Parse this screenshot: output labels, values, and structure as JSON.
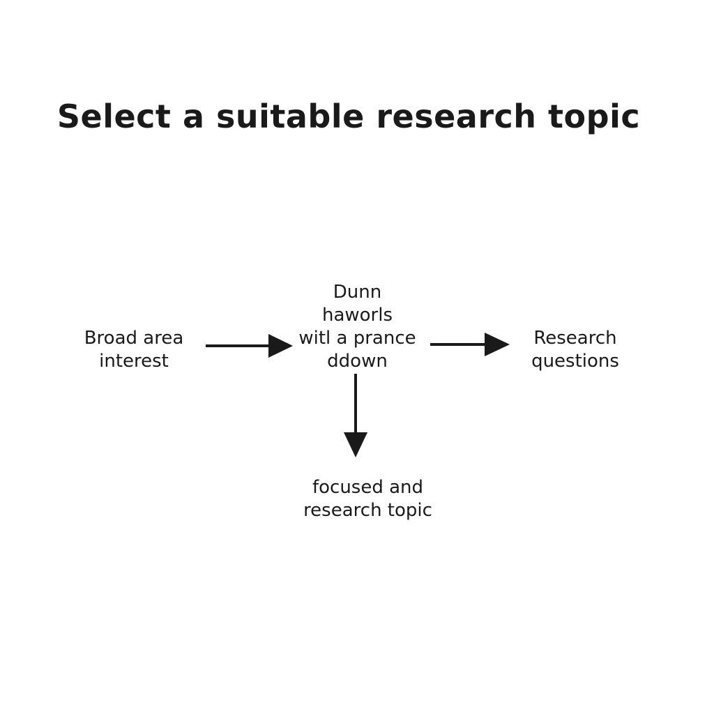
{
  "diagram": {
    "title": "Select a suitable research topic",
    "nodes": {
      "broad_area": [
        "Broad area",
        "interest"
      ],
      "middle": [
        "Dunn",
        "haworls",
        "witl a prance",
        "ddown"
      ],
      "research_questions": [
        "Research",
        "questions"
      ],
      "focused_topic": [
        "focused and",
        "research topic"
      ]
    },
    "edges": [
      {
        "from": "broad_area",
        "to": "middle"
      },
      {
        "from": "middle",
        "to": "research_questions"
      },
      {
        "from": "middle",
        "to": "focused_topic"
      }
    ],
    "colors": {
      "background": "#ffffff",
      "text": "#1a1a1a",
      "arrow": "#1a1a1a"
    }
  }
}
